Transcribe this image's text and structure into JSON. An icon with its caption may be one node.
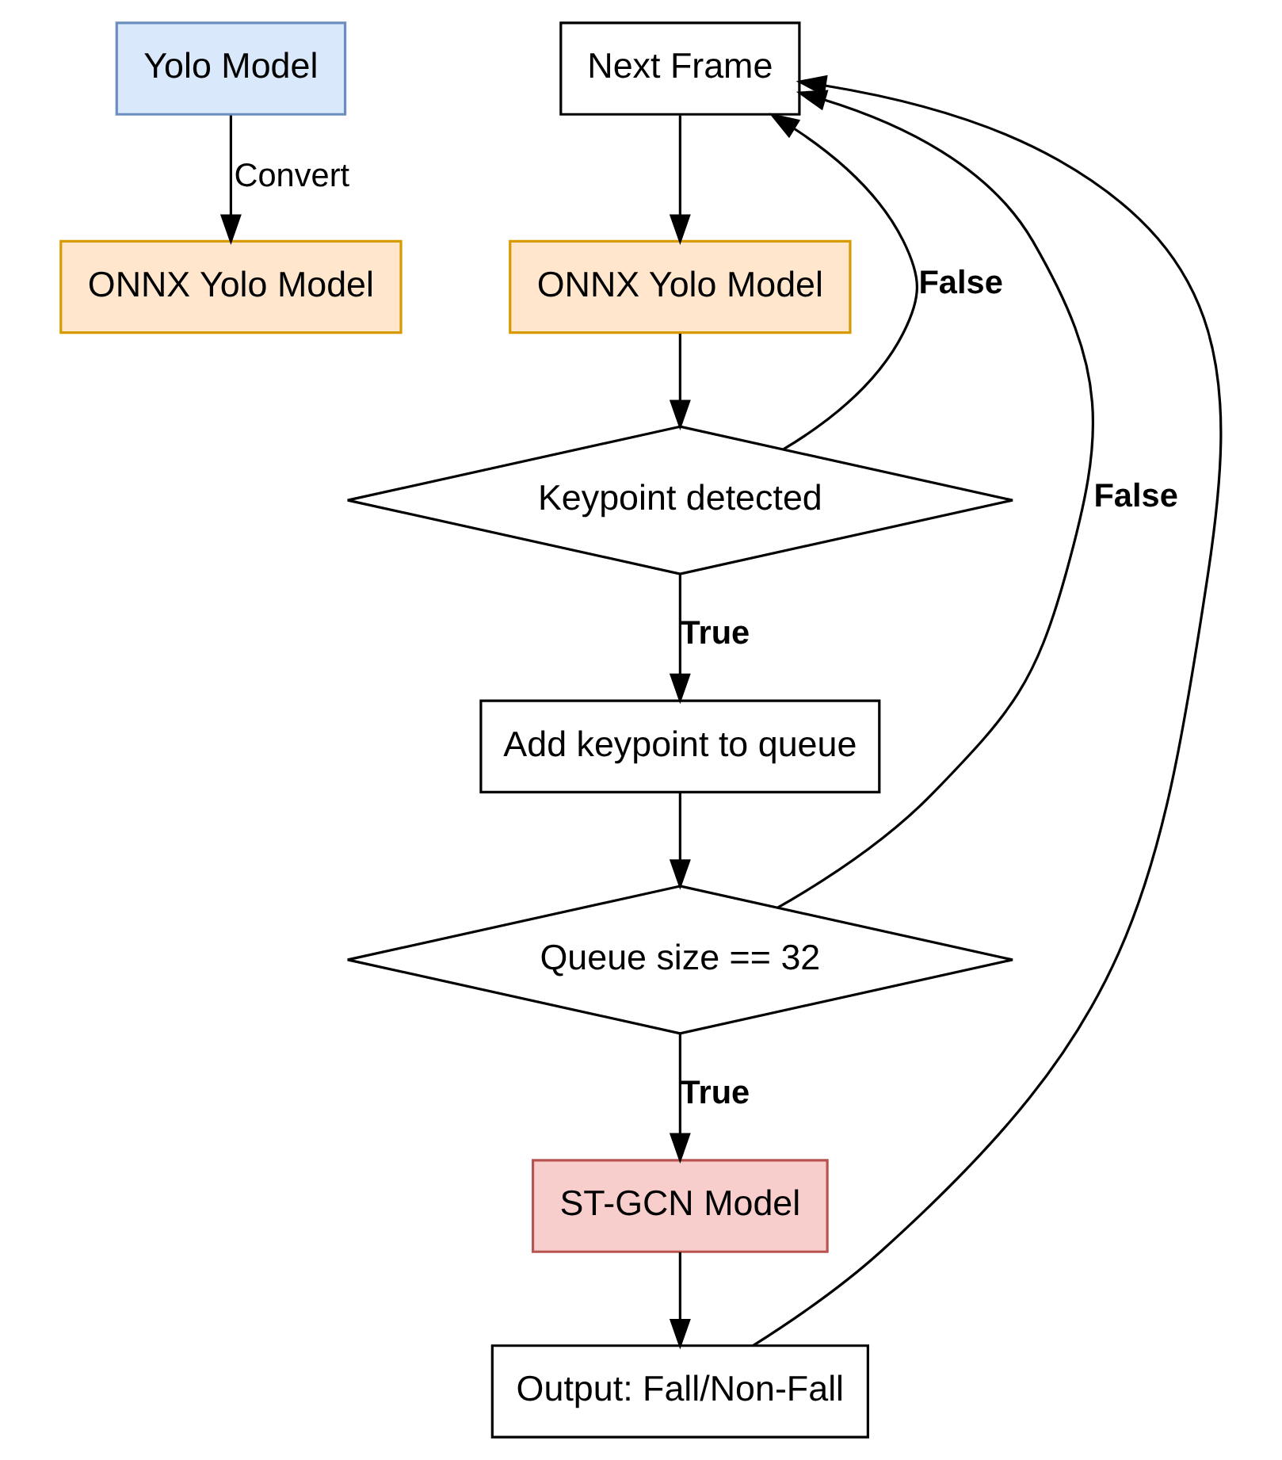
{
  "diagram": {
    "nodes": [
      {
        "text": [
          "Yolo Model"
        ]
      },
      {
        "text": [
          "ONNX Yolo Model"
        ]
      },
      {
        "text": [
          "Next Frame"
        ]
      },
      {
        "text": [
          "ONNX Yolo Model"
        ]
      },
      {
        "text": [
          "Keypoint detected"
        ]
      },
      {
        "text": [
          "Add keypoint to queue"
        ]
      },
      {
        "text": [
          "Queue size == 32"
        ]
      },
      {
        "text": [
          "ST-GCN Model"
        ]
      },
      {
        "text": [
          "Output: Fall/Non-Fall"
        ]
      }
    ],
    "edges": [
      {
        "from": 0,
        "to": 1,
        "arrow": "to",
        "label": "Convert"
      },
      {
        "from": 2,
        "to": 3,
        "arrow": "to"
      },
      {
        "from": 3,
        "to": 4,
        "arrow": "to"
      },
      {
        "from": 4,
        "to": 2,
        "arrow": "to",
        "label": "False"
      },
      {
        "from": 4,
        "to": 5,
        "arrow": "to",
        "label": "True"
      },
      {
        "from": 5,
        "to": 6,
        "arrow": "to"
      },
      {
        "from": 6,
        "to": 2,
        "arrow": "to",
        "label": "False"
      },
      {
        "from": 6,
        "to": 7,
        "arrow": "to",
        "label": "True"
      },
      {
        "from": 7,
        "to": 8,
        "arrow": "to"
      },
      {
        "from": 8,
        "to": 2,
        "arrow": "to"
      }
    ]
  }
}
